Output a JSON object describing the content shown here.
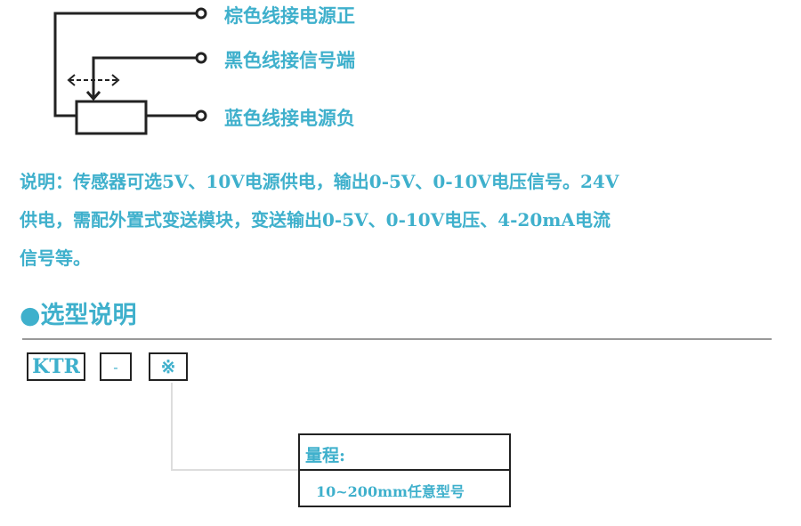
{
  "wiring": {
    "labels": [
      "棕色线接电源正",
      "黑色线接信号端",
      "蓝色线接电源负"
    ]
  },
  "description": [
    "说明：传感器可选5V、10V电源供电，输出0-5V、0-10V电压信号。24V",
    "供电，需配外置式变送模块，变送输出0-5V、0-10V电压、4-20mA电流",
    "信号等。"
  ],
  "selection": {
    "heading": "●选型说明",
    "code_parts": [
      "KTR",
      "-",
      "※"
    ],
    "range_title": "量程:",
    "range_value": "10~200mm任意型号"
  },
  "colors": {
    "accent": "#3fb0cc"
  }
}
